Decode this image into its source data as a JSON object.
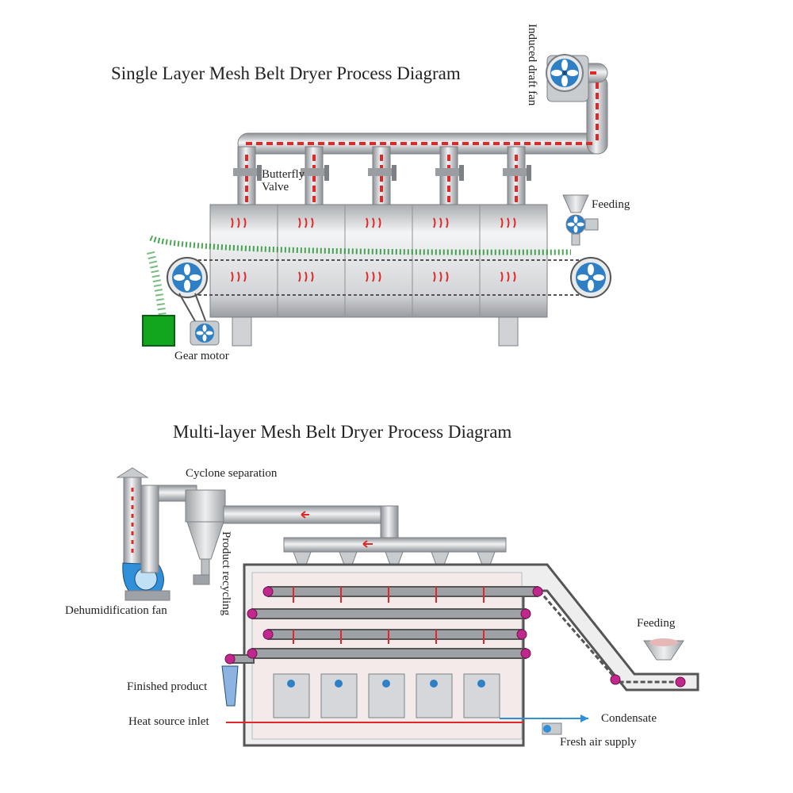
{
  "top": {
    "title": "Single Layer Mesh Belt Dryer Process Diagram",
    "labels": {
      "induced_draft_fan": "Induced draft fan",
      "butterfly": "Butterfly",
      "valve": "Valve",
      "feeding": "Feeding",
      "gear_motor": "Gear motor"
    }
  },
  "bottom": {
    "title": "Multi-layer Mesh Belt Dryer Process Diagram",
    "labels": {
      "cyclone_separation": "Cyclone separation",
      "product_recycling": "Product recycling",
      "dehumidification_fan": "Dehumidification fan",
      "feeding": "Feeding",
      "finished_product": "Finished product",
      "heat_source_inlet": "Heat source inlet",
      "condensate": "Condensate",
      "fresh_air_supply": "Fresh air supply"
    }
  },
  "colors": {
    "airflow": "#e02828",
    "fan_blue": "#2f7fc4",
    "material_green": "#1e8f2a",
    "roller_pink": "#c0288c",
    "pipe_grey": "#b9bcc0",
    "body_grey": "#d8dadd"
  }
}
